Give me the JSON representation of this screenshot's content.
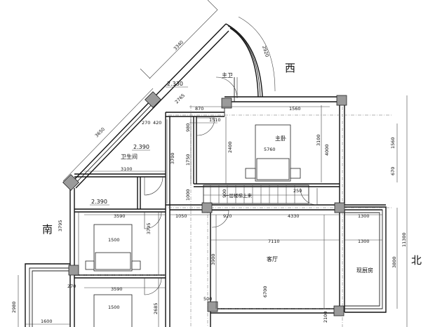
{
  "directions": {
    "west": "西",
    "south": "南",
    "north": "北"
  },
  "rooms": {
    "master_bath": "主卫",
    "master_bedroom": "主卧",
    "bathroom": "卫生间",
    "living_room": "客厅",
    "kitchen": "现厨房"
  },
  "bed_widths": {
    "master": "5760",
    "bed_a": "1500",
    "bed_b": "1500"
  },
  "levels": {
    "l1": "2.330",
    "l2": "2.390",
    "l3": "2.390"
  },
  "stair_label": "一层楼梯上来",
  "stair_width": "250",
  "dimensions": {
    "d3340": "3340",
    "d2920": "2920",
    "d3650": "3650",
    "d2765": "2765",
    "d870": "870",
    "d1560": "1560",
    "d1510": "1510",
    "d270": "270",
    "d420": "420",
    "d980": "980",
    "d1750": "1750",
    "d2400": "2400",
    "d3100a": "3100",
    "d4000": "4000",
    "d3700": "3700",
    "d3100b": "3100",
    "d1560r": "1560",
    "d670": "670",
    "d1000": "1000",
    "d900": "900",
    "d3590a": "3590",
    "d3795a": "3795",
    "d3795b": "3795",
    "d1050": "1050",
    "d920": "920",
    "d4330": "4330",
    "d1300a": "1300",
    "d11300": "11300",
    "d7110": "7110",
    "d1300b": "1300",
    "d3900a": "3900",
    "d3800": "3800",
    "d270b": "270",
    "d3590b": "3590",
    "d2685": "2685",
    "d6700": "6700",
    "d500": "500",
    "d2980": "2980",
    "d1600": "1600",
    "d2100": "2100"
  }
}
